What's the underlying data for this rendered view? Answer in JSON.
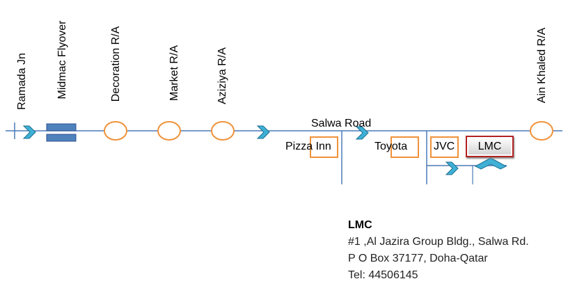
{
  "road": {
    "name": "Salwa Road",
    "line_color": "#4a7ab8",
    "roundabout_color": "#f0923a",
    "arrow_color": "#3fb0d6"
  },
  "landmarks": [
    {
      "id": "ramada",
      "label": "Ramada  Jn"
    },
    {
      "id": "midmac",
      "label": "Midmac Flyover"
    },
    {
      "id": "decoration",
      "label": "Decoration R/A"
    },
    {
      "id": "market",
      "label": "Market R/A"
    },
    {
      "id": "aziziya",
      "label": "Aziziya R/A"
    },
    {
      "id": "ain-khaled",
      "label": "Ain Khaled R/A"
    }
  ],
  "shops": {
    "pizza_inn": "Pizza Inn",
    "toyota": "Toyota",
    "jvc": "JVC",
    "lmc": "LMC"
  },
  "address": {
    "title": "LMC",
    "line1": "#1 ,Al Jazira Group Bldg., Salwa Rd.",
    "line2": "P O Box 37177, Doha-Qatar",
    "line3": "Tel: 44506145"
  }
}
